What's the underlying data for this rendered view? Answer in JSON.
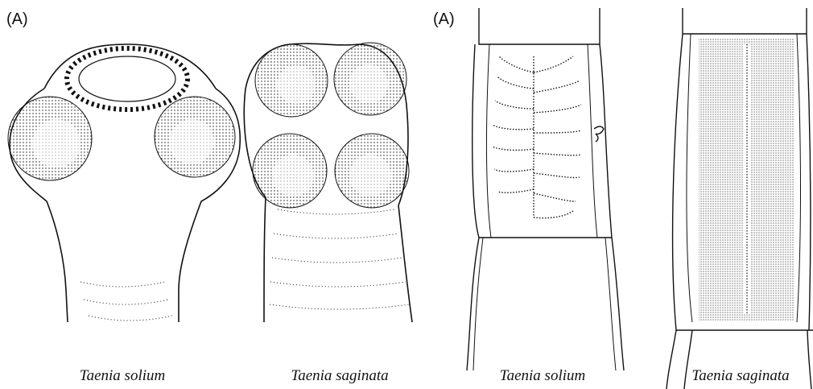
{
  "panel_tags": {
    "left": "(A)",
    "right": "(A)"
  },
  "captions": {
    "scolex_solium": "Taenia solium",
    "scolex_saginata": "Taenia saginata",
    "proglottid_solium": "Taenia solium",
    "proglottid_saginata": "Taenia saginata"
  },
  "colors": {
    "ink": "#111111",
    "paper": "#ffffff"
  }
}
